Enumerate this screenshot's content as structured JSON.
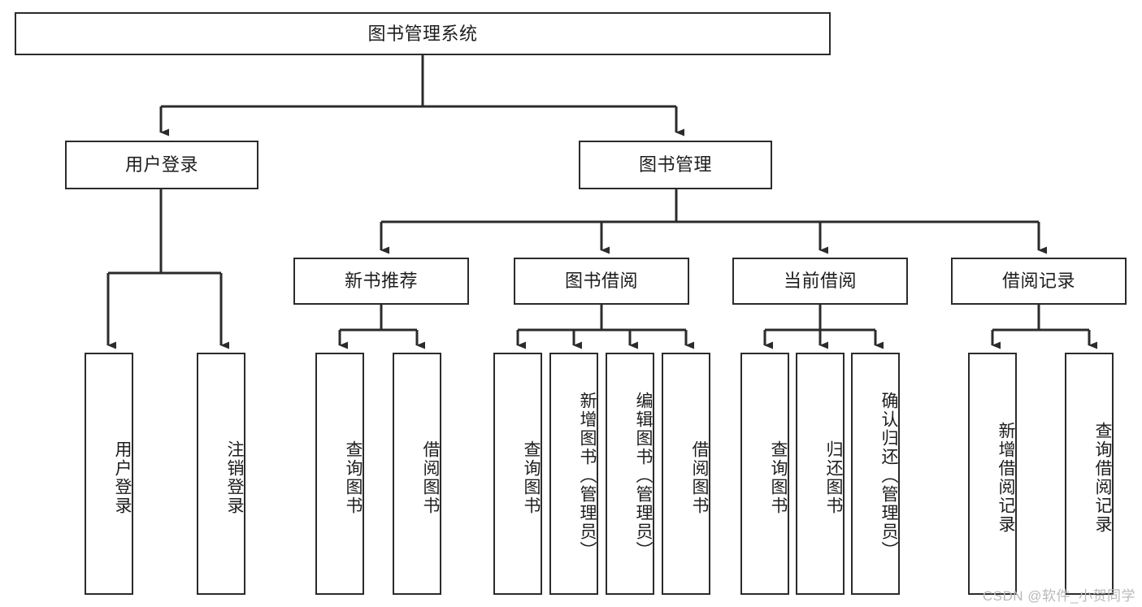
{
  "diagram": {
    "title": "图书管理系统",
    "type": "tree-hierarchy",
    "watermark": "CSDN @软件_小贺同学",
    "colors": {
      "box_border": "#2b2b2b",
      "box_fill": "#ffffff",
      "edge": "#2b2b2b",
      "text": "#1d1d1d",
      "watermark": "#b9b9b9",
      "background": "#ffffff"
    },
    "root": {
      "label": "图书管理系统"
    },
    "level2": [
      {
        "label": "用户登录"
      },
      {
        "label": "图书管理"
      }
    ],
    "level3": [
      {
        "label": "新书推荐"
      },
      {
        "label": "图书借阅"
      },
      {
        "label": "当前借阅"
      },
      {
        "label": "借阅记录"
      }
    ],
    "leaves": [
      {
        "label": "用户登录",
        "parent": "用户登录"
      },
      {
        "label": "注销登录",
        "parent": "用户登录"
      },
      {
        "label": "查询图书",
        "parent": "新书推荐"
      },
      {
        "label": "借阅图书",
        "parent": "新书推荐"
      },
      {
        "label": "查询图书",
        "parent": "图书借阅"
      },
      {
        "label": "新增图书（管理员）",
        "parent": "图书借阅"
      },
      {
        "label": "编辑图书（管理员）",
        "parent": "图书借阅"
      },
      {
        "label": "借阅图书",
        "parent": "图书借阅"
      },
      {
        "label": "查询图书",
        "parent": "当前借阅"
      },
      {
        "label": "归还图书",
        "parent": "当前借阅"
      },
      {
        "label": "确认归还（管理员）",
        "parent": "当前借阅"
      },
      {
        "label": "新增借阅记录",
        "parent": "借阅记录"
      },
      {
        "label": "查询借阅记录",
        "parent": "借阅记录"
      }
    ]
  }
}
